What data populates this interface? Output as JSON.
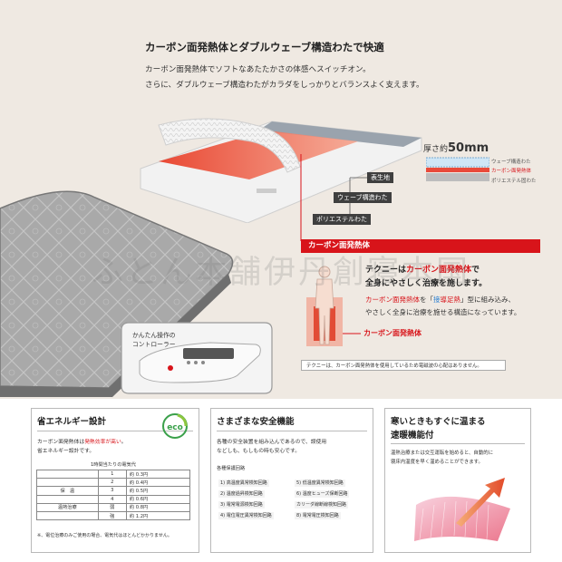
{
  "intro": {
    "title": "カーボン面発熱体とダブルウェーブ構造わたで快適",
    "line1": "カーボン面発熱体でソフトなあたたかさの体感へスイッチオン。",
    "line2": "さらに、ダブルウェーブ構造わたがカラダをしっかりとバランスよく支えます。"
  },
  "thickness": {
    "prefix": "厚さ約",
    "value": "50mm",
    "layers": [
      "ウェーブ構造わた",
      "カーボン面発熱体",
      "ポリエステル固わた"
    ]
  },
  "layer_tags": {
    "surface": "表生地",
    "wave": "ウェーブ構造わた",
    "polyester": "ポリエステルわた"
  },
  "carbon": {
    "banner": "カーボン面発熱体",
    "techny_line1_a": "テクニーは",
    "techny_line1_b": "カーボン面発熱体",
    "techny_line1_c": "で",
    "techny_line2": "全身にやさしく治療を施します。",
    "desc1_a": "カーボン面発熱体",
    "desc1_b": "を「",
    "desc1_c": "接",
    "desc1_d": "導",
    "desc1_e": "",
    "desc1_f": "足熱",
    "desc1_g": "」型に組み込み、",
    "desc2": "やさしく全身に治療を施せる構造になっています。",
    "figure_label": "カーボン面発熱体",
    "note": "テクニーは、カーボン面発熱体を使用しているため電磁波の心配はありません。"
  },
  "controller": {
    "label1": "かんたん操作の",
    "label2": "コントローラー"
  },
  "watermark": "ふとん本舗伊丹創寝本国",
  "panel_energy": {
    "title": "省エネルギー設計",
    "eco": "eco",
    "desc1_a": "カーボン面発熱体は",
    "desc1_b": "発熱効率が高い",
    "desc1_c": "。",
    "desc2": "省エネルギー設計です。",
    "table_caption": "1時間当たりの電気代",
    "table": [
      {
        "mode": "",
        "level": "1",
        "cost": "約 0.3円"
      },
      {
        "mode": "",
        "level": "2",
        "cost": "約 0.4円"
      },
      {
        "mode": "保　温",
        "level": "3",
        "cost": "約 0.5円"
      },
      {
        "mode": "",
        "level": "4",
        "cost": "約 0.6円"
      },
      {
        "mode": "温熱治療",
        "level": "弱",
        "cost": "約 0.8円"
      },
      {
        "mode": "",
        "level": "強",
        "cost": "約 1.2円"
      }
    ],
    "footnote": "※、電位治療のみご使用の場合、電気代はほとんどかかりません。"
  },
  "panel_safety": {
    "title": "さまざまな安全機能",
    "desc1": "各種の安全装置を組み込んであるので、誤使用",
    "desc2": "などしも、もしもの時も安心です。",
    "sub": "各種保護回路",
    "items": [
      "1) 高温度異常検知回路",
      "2) 温度過昇検知回路",
      "3) 電常電源検知回路",
      "4) 電位電圧異常検知回路",
      "5) 低温度異常検知回路",
      "6) 温度ヒューズ保断回路",
      "カリーダ線断線検知回路",
      "8) 電常電圧検知回路"
    ]
  },
  "panel_warm": {
    "title1": "寒いときもすぐに温まる",
    "title2": "速暖機能付",
    "desc1": "温熱治療または交互運転を始めると、自動的に",
    "desc2": "寝床内温度を早く温めることができます。"
  },
  "colors": {
    "accent_red": "#d8141a",
    "background": "#efe9e2",
    "dark_tag": "#3f3f3f"
  }
}
